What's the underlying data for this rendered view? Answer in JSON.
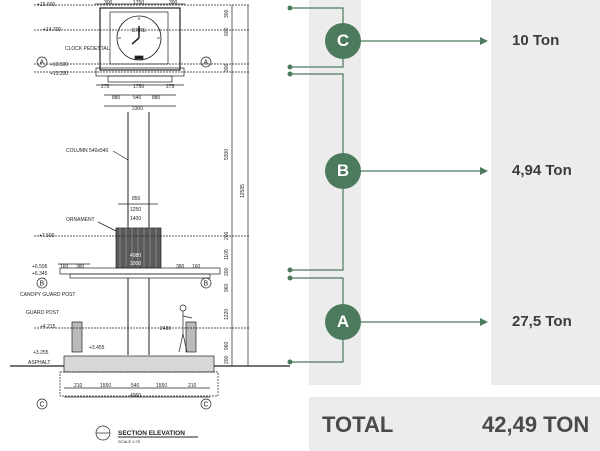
{
  "title": "SECTION ELEVATION",
  "scale": "SCALE 1:75",
  "colors": {
    "accent": "#4c7a5d",
    "band": "#ececec",
    "line": "#1e1e1e"
  },
  "drawing": {
    "levels": [
      "+15.600",
      "+14.700",
      "+13.500",
      "+13.200",
      "+7.500",
      "+6.595",
      "+6.345",
      "+4.215",
      "+3.455",
      "+3.255"
    ],
    "labels": [
      "CLOCK PEDESTAL",
      "COLUMN 540x540",
      "ORNAMENT",
      "CANOPY GUARD POST",
      "GUARD POST",
      "ASPHALT"
    ],
    "clock_brand": "ERRE",
    "top_dims": [
      "300",
      "1750",
      "300"
    ],
    "pedestal_dims": [
      "275",
      "1750",
      "275",
      "880",
      "540",
      "880",
      "2300"
    ],
    "ornament_dims": [
      "850",
      "1250",
      "1400",
      "4080",
      "3000"
    ],
    "canopy_dims": [
      "160",
      "380",
      "380",
      "160"
    ],
    "base_dims": [
      "210",
      "1550",
      "540",
      "1550",
      "210",
      "4060"
    ],
    "vertical_dims": [
      "300",
      "600",
      "300",
      "5300",
      "200",
      "12595",
      "1105",
      "200",
      "960",
      "1220",
      "960",
      "200"
    ],
    "side_dims": [
      "2480"
    ],
    "grid_markers": [
      "A",
      "A",
      "B",
      "B",
      "C",
      "C"
    ]
  },
  "sections": [
    {
      "id": "C",
      "weight": "10 Ton"
    },
    {
      "id": "B",
      "weight": "4,94 Ton"
    },
    {
      "id": "A",
      "weight": "27,5 Ton"
    }
  ],
  "total": {
    "label": "TOTAL",
    "value": "42,49 TON"
  }
}
